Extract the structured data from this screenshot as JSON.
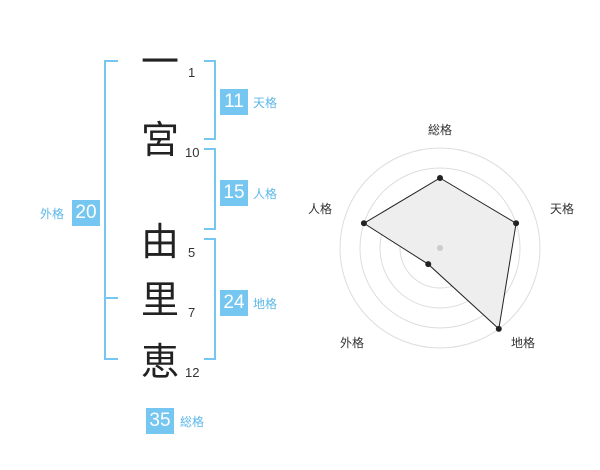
{
  "name": {
    "characters": [
      {
        "char": "一",
        "strokes": "1"
      },
      {
        "char": "宮",
        "strokes": "10"
      },
      {
        "char": "由",
        "strokes": "5"
      },
      {
        "char": "里",
        "strokes": "7"
      },
      {
        "char": "恵",
        "strokes": "12"
      }
    ]
  },
  "fortune": {
    "tenkaku": {
      "label": "天格",
      "value": "11"
    },
    "jinkaku": {
      "label": "人格",
      "value": "15"
    },
    "chikaku": {
      "label": "地格",
      "value": "24"
    },
    "gaikaku": {
      "label": "外格",
      "value": "20"
    },
    "soukaku": {
      "label": "総格",
      "value": "35"
    }
  },
  "colors": {
    "accent": "#75c6f0",
    "accent_text": "#5bb8ea",
    "radar_fill": "#eeeeee",
    "radar_ring": "#dddddd"
  },
  "chart_data": {
    "type": "radar",
    "axes": [
      "総格",
      "天格",
      "地格",
      "外格",
      "人格"
    ],
    "range": [
      0,
      5
    ],
    "values": [
      3.5,
      4,
      5,
      1,
      4
    ]
  }
}
